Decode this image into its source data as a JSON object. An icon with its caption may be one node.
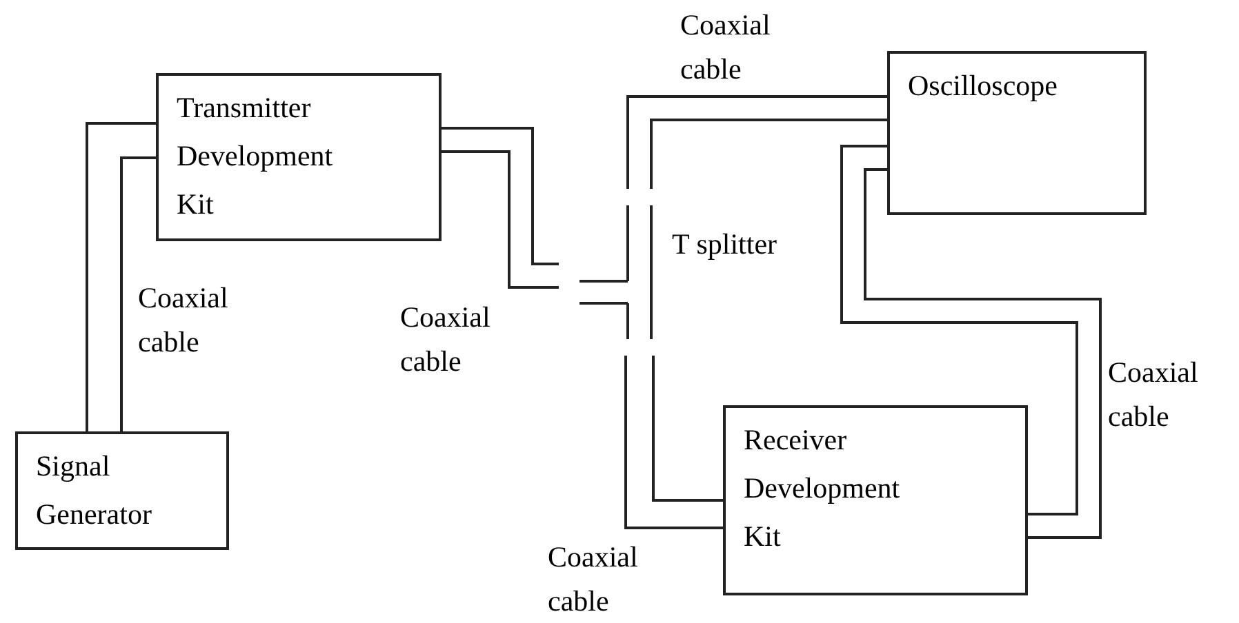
{
  "diagram": {
    "nodes": [
      {
        "text": [
          "Transmitter Development Kit"
        ]
      },
      {
        "text": [
          "Oscilloscope"
        ]
      },
      {
        "text": [
          "T splitter"
        ]
      },
      {
        "text": [
          "Signal Generator"
        ]
      },
      {
        "text": [
          "Receiver Development Kit"
        ]
      }
    ],
    "edges": [
      {
        "from": 3,
        "to": 0,
        "arrow": "none",
        "label": "Coaxial cable"
      },
      {
        "from": 0,
        "to": 2,
        "arrow": "none",
        "label": "Coaxial cable"
      },
      {
        "from": 2,
        "to": 1,
        "arrow": "none",
        "label": "Coaxial cable"
      },
      {
        "from": 1,
        "to": 4,
        "arrow": "none",
        "label": "Coaxial cable"
      },
      {
        "from": 2,
        "to": 4,
        "arrow": "none",
        "label": "Coaxial cable"
      }
    ]
  }
}
